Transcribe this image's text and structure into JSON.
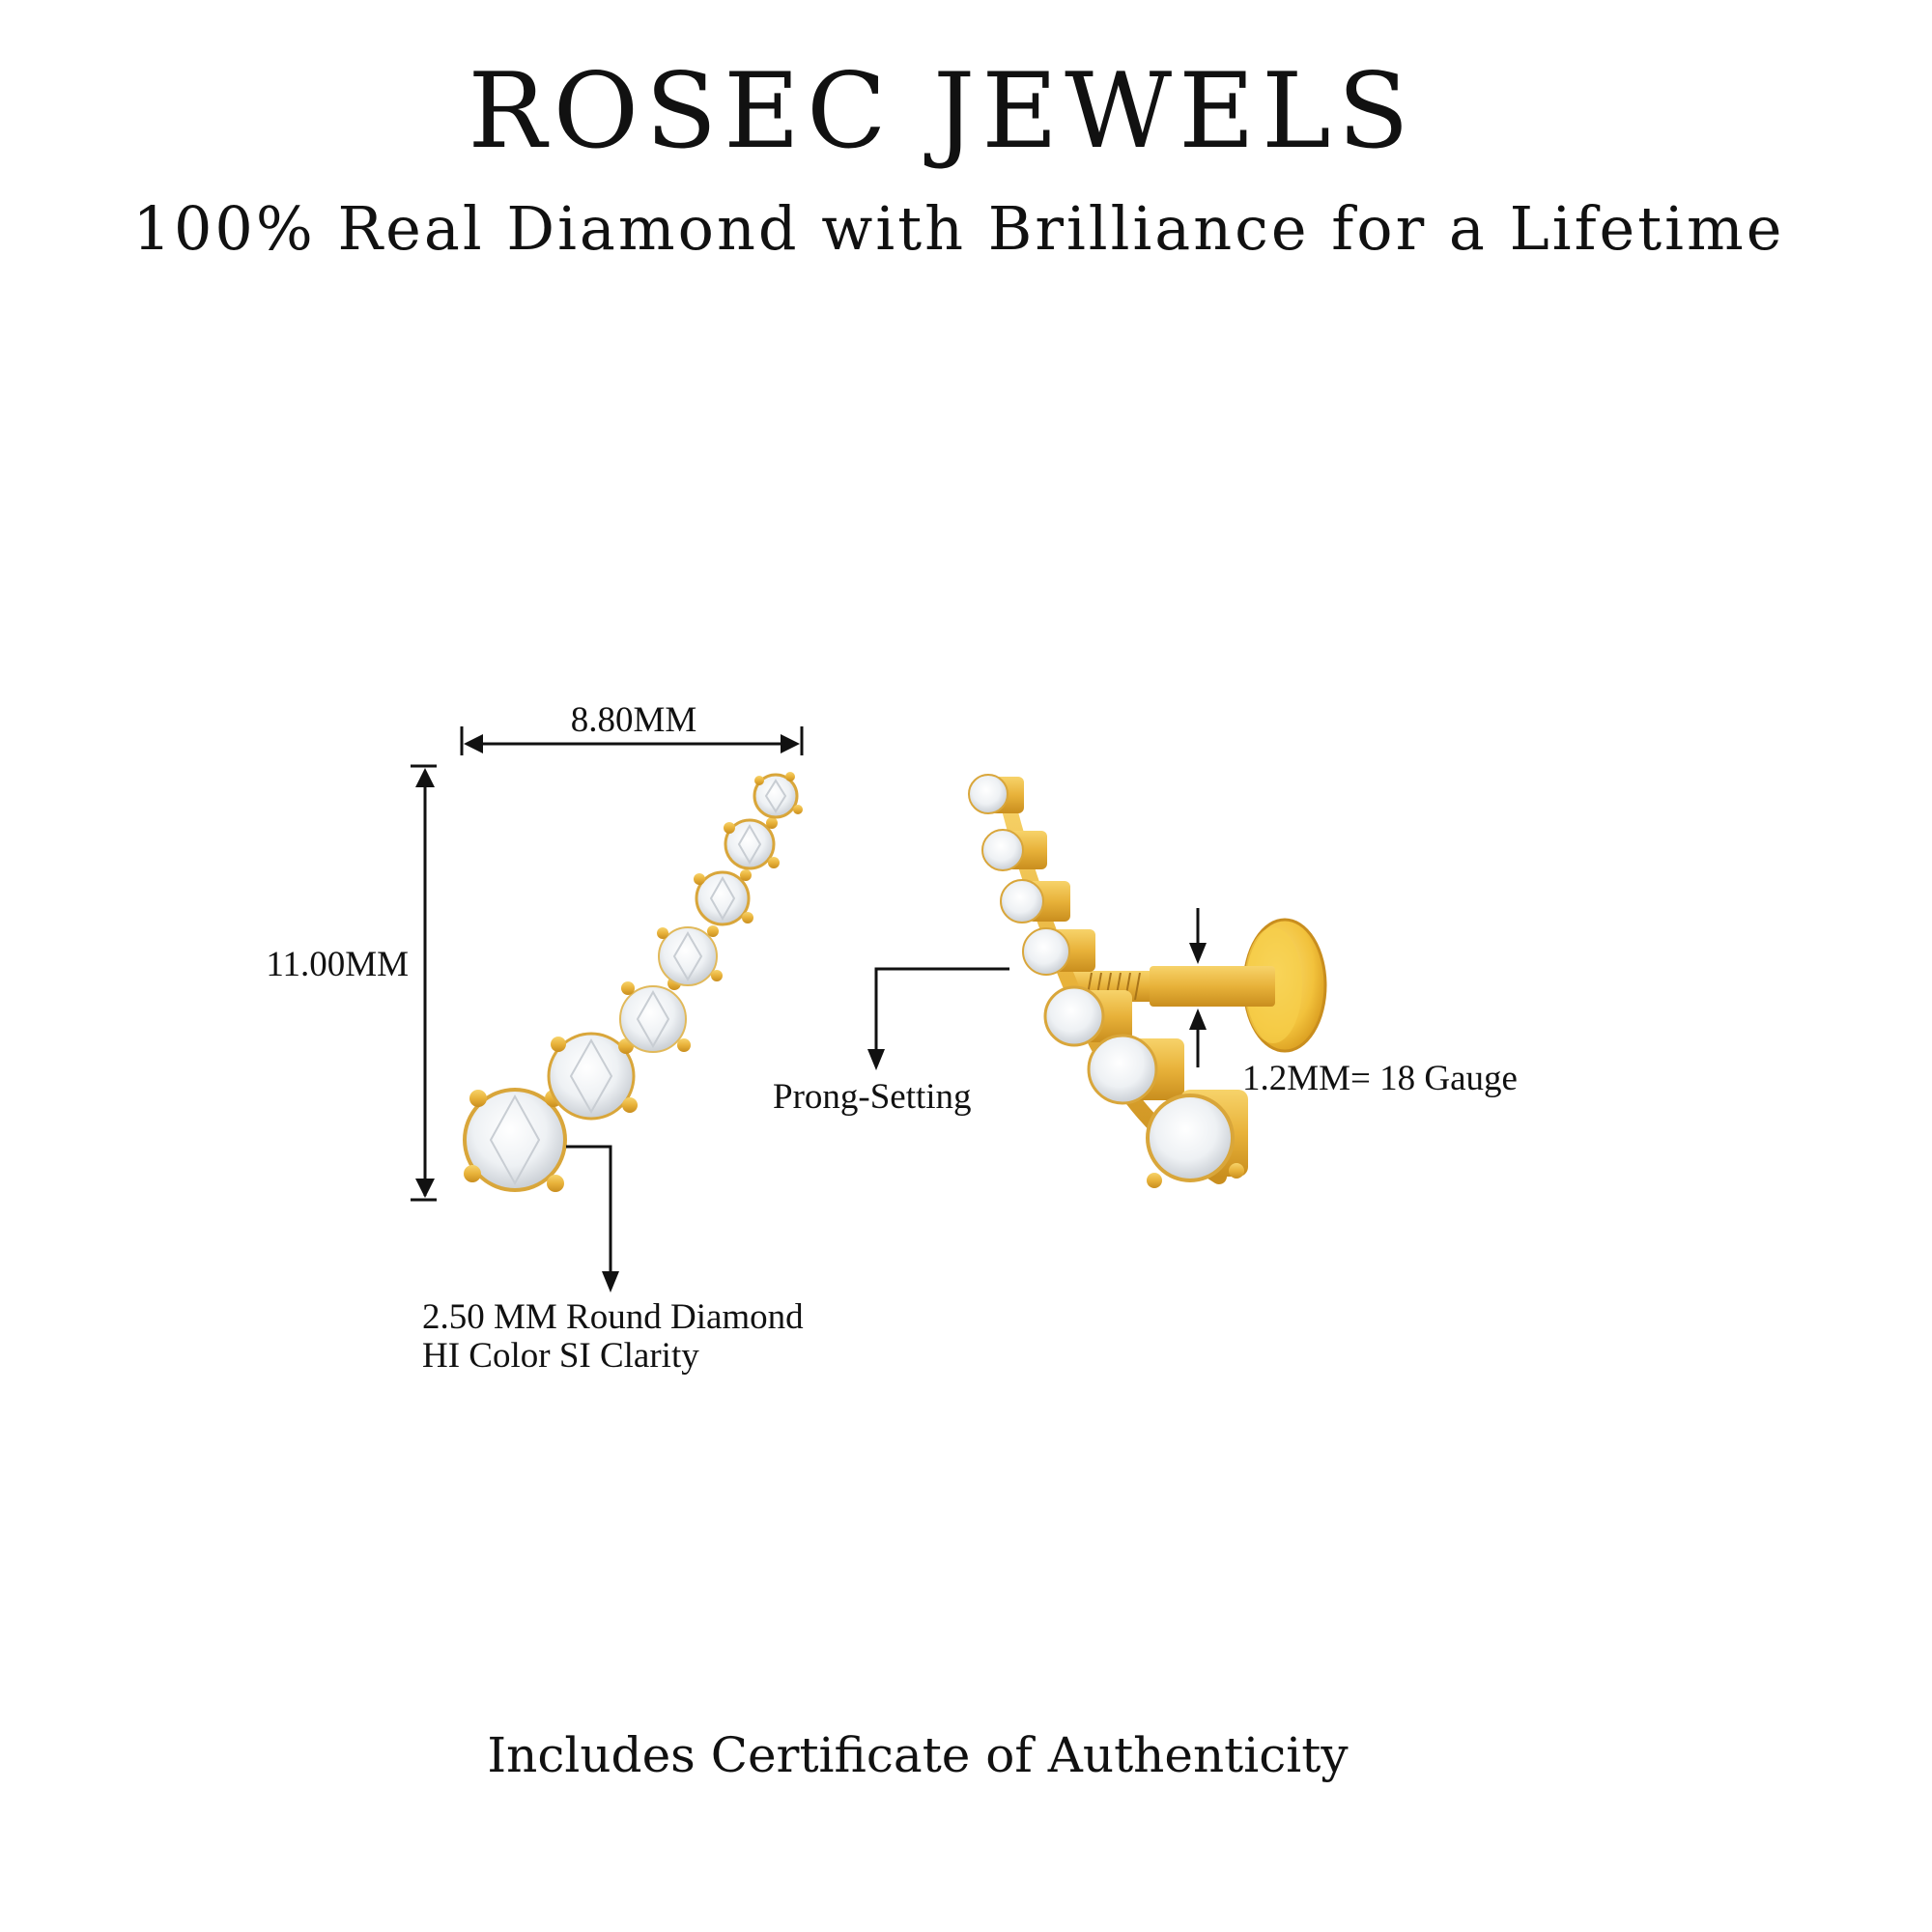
{
  "header": {
    "brand": "ROSEC JEWELS",
    "tagline": "100% Real Diamond with Brilliance for a Lifetime"
  },
  "diagram": {
    "width_label": "8.80MM",
    "height_label": "11.00MM",
    "diamond_spec_line1": "2.50 MM Round Diamond",
    "diamond_spec_line2": "HI Color SI Clarity",
    "setting_label": "Prong-Setting",
    "gauge_label": "1.2MM= 18 Gauge",
    "metal_color": "#e8b23a",
    "diamond_color": "#f4f6f8"
  },
  "footer": {
    "certificate_text": "Includes Certificate of Authenticity"
  }
}
